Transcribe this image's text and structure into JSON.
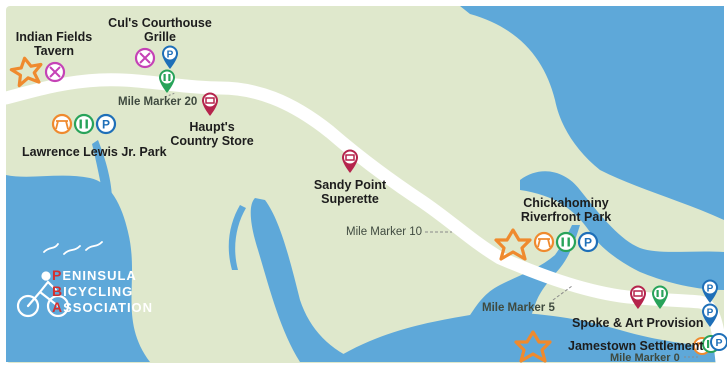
{
  "labels": {
    "indian_fields": [
      "Indian Fields",
      "Tavern"
    ],
    "culs_courthouse": [
      "Cul's Courthouse",
      "Grille"
    ],
    "haupts": [
      "Haupt's",
      "Country Store"
    ],
    "lawrence_lewis": "Lawrence Lewis Jr. Park",
    "sandy_point": [
      "Sandy Point",
      "Superette"
    ],
    "chickahominy": [
      "Chickahominy",
      "Riverfront Park"
    ],
    "spoke_art": "Spoke & Art Provision",
    "jamestown": "Jamestown Settlement"
  },
  "mile_markers": {
    "mm20": "Mile Marker 20",
    "mm10": "Mile Marker 10",
    "mm5": "Mile Marker 5",
    "mm0": "Mile Marker 0"
  },
  "logo": {
    "lines": [
      {
        "cap": "P",
        "rest": "ENINSULA"
      },
      {
        "cap": "B",
        "rest": "ICYCLING"
      },
      {
        "cap": "A",
        "rest": "SSOCIATION"
      }
    ]
  },
  "colors": {
    "land": "#dfe8cc",
    "water": "#5ea8d9",
    "trail": "#ffffff",
    "restaurant_pin": "#c542b6",
    "store_pin": "#b5244c",
    "restroom_pin": "#28a35a",
    "parking_pin": "#1e6fb8",
    "picnic_pin": "#ef8a2e",
    "star": "#ef8a2e",
    "logo_red": "#d32f2f"
  },
  "legend_icons": {
    "restaurant": "fork-knife-icon",
    "store": "storefront-icon",
    "restroom": "restroom-icon",
    "parking": "parking-icon",
    "picnic": "picnic-table-icon",
    "attraction": "star-attraction-icon"
  }
}
